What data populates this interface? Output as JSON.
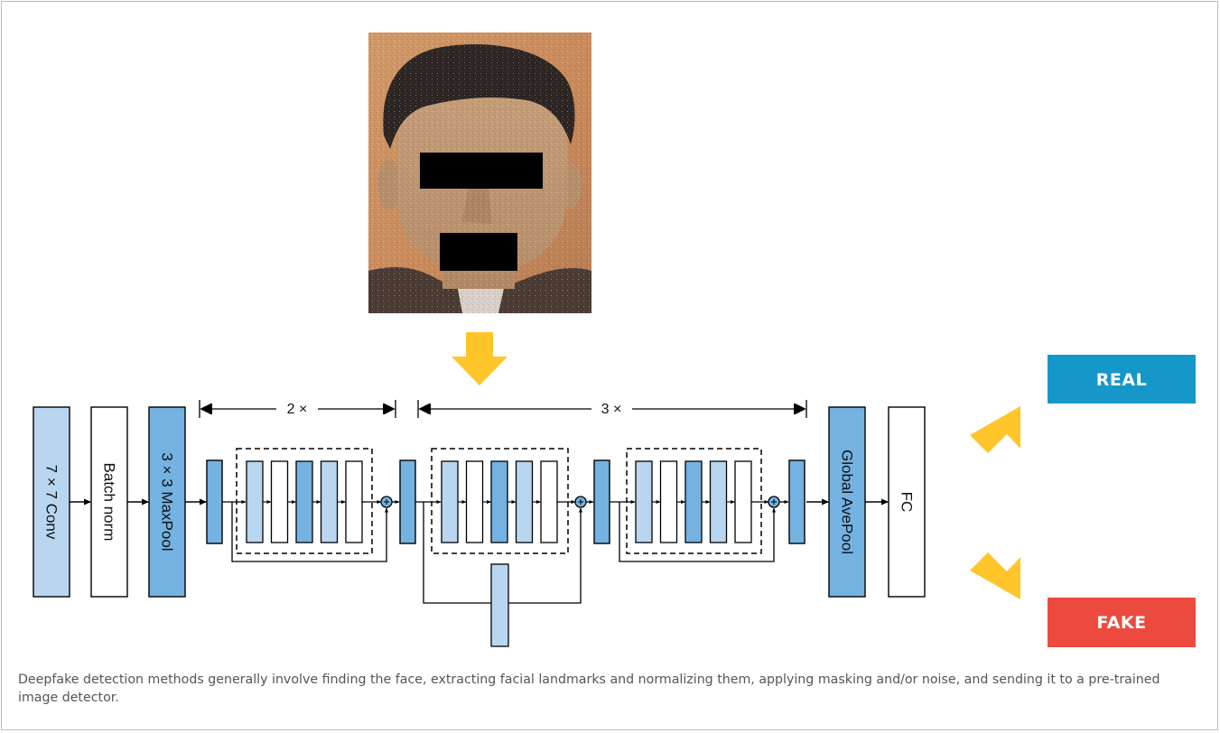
{
  "diagram": {
    "blocks": {
      "conv": "7 × 7 Conv",
      "batch_norm": "Batch norm",
      "maxpool": "3 × 3 MaxPool",
      "global_avepool": "Global AvePool",
      "fc": "FC"
    },
    "repeats": {
      "first": "2 ×",
      "second": "3 ×"
    },
    "outputs": {
      "real": "REAL",
      "fake": "FAKE"
    },
    "colors": {
      "light_blue": "#b9d6f0",
      "mid_blue": "#74b2e2",
      "arrow_yellow": "#ffc52a",
      "real_bg": "#1597c9",
      "fake_bg": "#ec4a3f"
    }
  },
  "caption": "Deepfake detection methods generally involve finding the face, extracting facial landmarks and normalizing them, applying masking and/or noise, and sending it to a pre-trained image detector."
}
